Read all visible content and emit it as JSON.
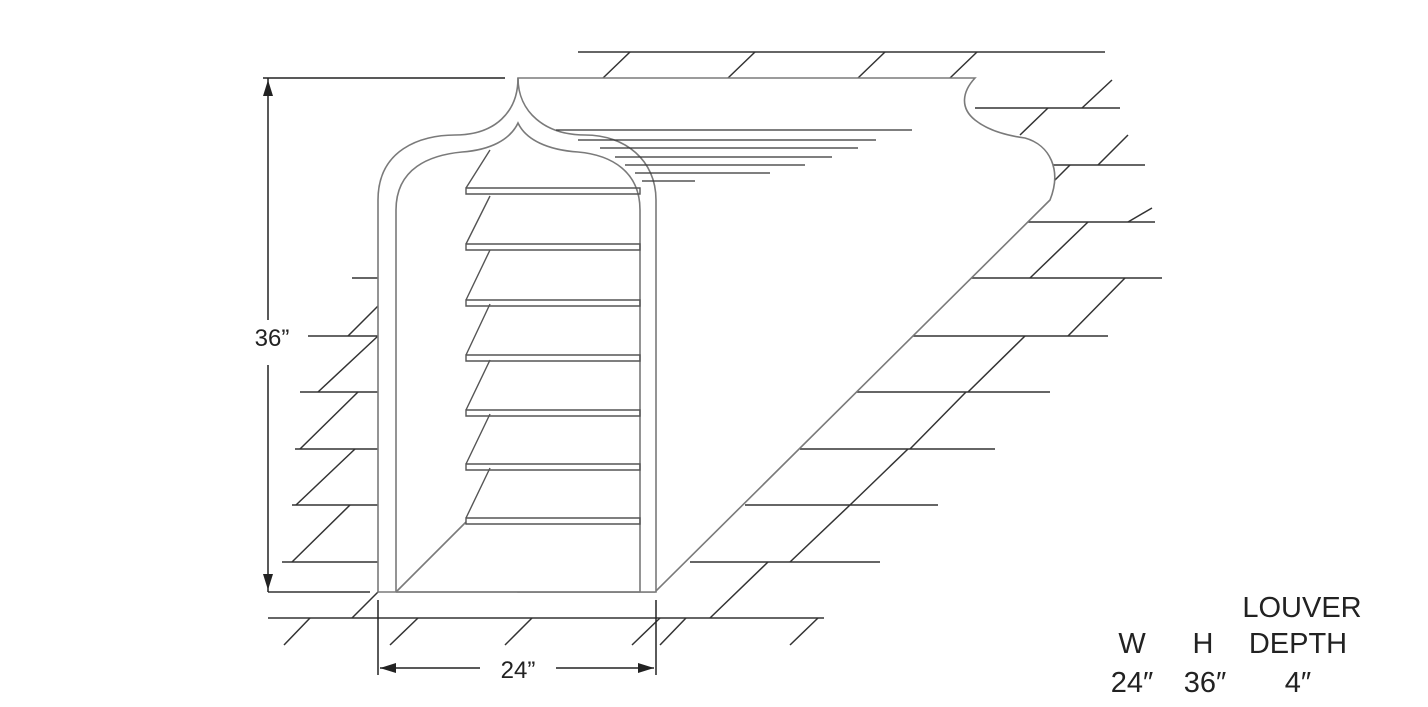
{
  "dimensions": {
    "height_label": "36”",
    "width_label": "24”"
  },
  "spec_table": {
    "header_top": "LOUVER",
    "columns": [
      "W",
      "H",
      "DEPTH"
    ],
    "values": [
      "24″",
      "36″",
      "4″"
    ]
  },
  "colors": {
    "line": "#333333",
    "frame": "#7a7a7a",
    "slat": "#555555"
  }
}
